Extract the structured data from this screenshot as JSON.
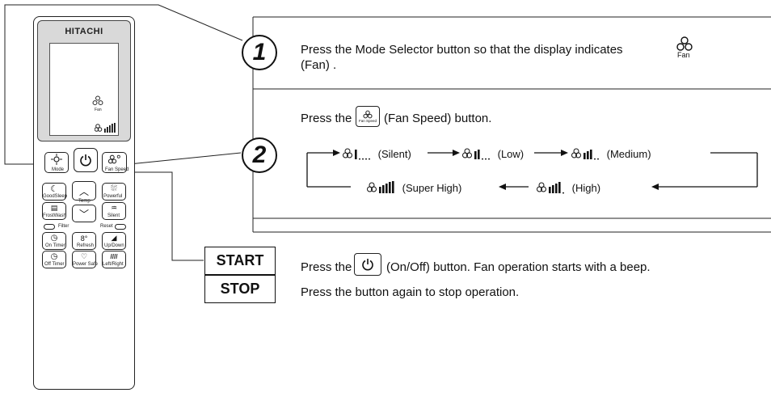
{
  "remote": {
    "brand": "HITACHI",
    "buttons": {
      "mode": "Mode",
      "fan_speed": "Fan Speed",
      "good_sleep": "GoodSleep",
      "temp": "Temp",
      "powerful": "Powerful",
      "frost_wash": "FrostWash",
      "silent": "Silent",
      "filter": "Filter",
      "reset": "Reset",
      "on_timer": "On Timer",
      "refresh": "Refresh",
      "up_down": "Up/Down",
      "off_timer": "Off Timer",
      "power_safe": "Power Safe",
      "left_right": "Left/Right"
    },
    "display_fan_label": "Fan"
  },
  "steps": {
    "step1": {
      "number": "1",
      "text": "Press the Mode Selector button so that the display indicates",
      "text2": "(Fan) .",
      "icon_label": "Fan"
    },
    "step2": {
      "number": "2",
      "text_a": "Press the",
      "text_b": "(Fan Speed) button.",
      "button_label": "Fan Speed",
      "sequence": {
        "silent": "(Silent)",
        "low": "(Low)",
        "medium": "(Medium)",
        "super_high": "(Super High)",
        "high": "(High)"
      }
    },
    "step3": {
      "start": "START",
      "stop": "STOP",
      "text_a": "Press the",
      "text_b": "(On/Off) button. Fan operation starts with a  beep.",
      "text2": "Press the button again to stop operation."
    }
  }
}
